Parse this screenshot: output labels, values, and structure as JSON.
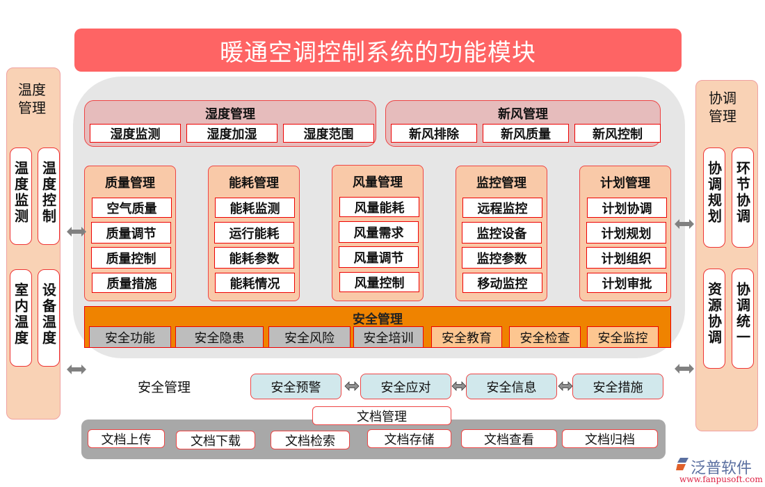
{
  "title": "暖通空调控制系统的功能模块",
  "left_panel": {
    "title": "温度管理",
    "items": [
      "温度监测",
      "温度控制",
      "室内温度",
      "设备温度"
    ]
  },
  "right_panel": {
    "title": "协调管理",
    "items": [
      "协调规划",
      "环节协调",
      "资源协调",
      "协调统一"
    ]
  },
  "humidity": {
    "title": "湿度管理",
    "items": [
      "湿度监测",
      "湿度加湿",
      "湿度范围"
    ]
  },
  "fresh_air": {
    "title": "新风管理",
    "items": [
      "新风排除",
      "新风质量",
      "新风控制"
    ]
  },
  "modules": [
    {
      "title": "质量管理",
      "items": [
        "空气质量",
        "质量调节",
        "质量控制",
        "质量措施"
      ]
    },
    {
      "title": "能耗管理",
      "items": [
        "能耗监测",
        "运行能耗",
        "能耗参数",
        "能耗情况"
      ]
    },
    {
      "title": "风量管理",
      "items": [
        "风量能耗",
        "风量需求",
        "风量调节",
        "风量控制"
      ]
    },
    {
      "title": "监控管理",
      "items": [
        "远程监控",
        "监控设备",
        "监控参数",
        "移动监控"
      ]
    },
    {
      "title": "计划管理",
      "items": [
        "计划协调",
        "计划规划",
        "计划组织",
        "计划审批"
      ]
    }
  ],
  "safety_bar": {
    "title": "安全管理",
    "items": [
      "安全功能",
      "安全隐患",
      "安全风险",
      "安全培训",
      "安全教育",
      "安全检查",
      "安全监控"
    ]
  },
  "safety_flow": {
    "label": "安全管理",
    "items": [
      "安全预警",
      "安全应对",
      "安全信息",
      "安全措施"
    ]
  },
  "documents": {
    "title": "文档管理",
    "items": [
      "文档上传",
      "文档下载",
      "文档检索",
      "文档存储",
      "文档查看",
      "文档归档"
    ]
  },
  "logo": {
    "name": "泛普软件",
    "url": "www.fanpusoft.com"
  },
  "colors": {
    "title_bg": "#fe6464",
    "side_bg": "#f9d2b5",
    "group_pink": "#e6bcbc",
    "group_peach": "#f9c9a8",
    "safety_orange": "#ef8300",
    "safety_gray": "#bdbdbd",
    "safety_peach": "#fdc690",
    "cyan": "#d1e8ec",
    "doc_gray": "#a8a8a8",
    "border_red": "#ee0000"
  }
}
